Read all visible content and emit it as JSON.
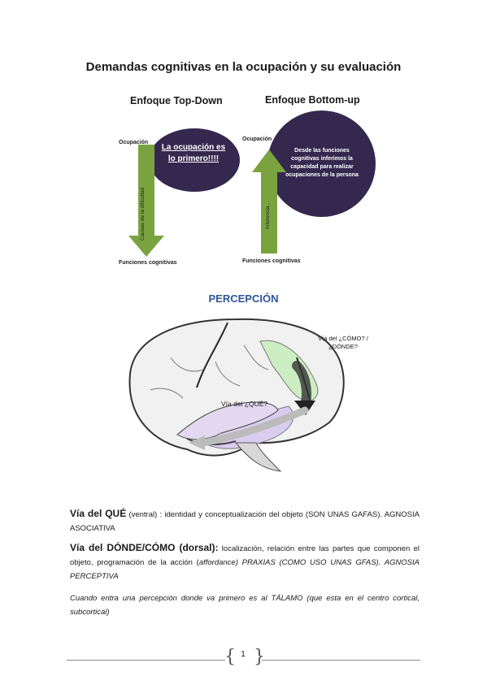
{
  "title": "Demandas cognitivas en la ocupación y su evaluación",
  "diagram": {
    "top_down": {
      "heading": "Enfoque Top-Down",
      "top_label": "Ocupación",
      "bottom_label": "Funciones cognitivas",
      "arrow_label": "Causas de la dificultad",
      "bubble_text": "La ocupación es lo primero!!!!"
    },
    "bottom_up": {
      "heading": "Enfoque Bottom-up",
      "top_label": "Ocupación",
      "bottom_label": "Funciones cognitivas",
      "arrow_label": "Inferencia…",
      "bubble_text": "Desde las funciones cognitivas inferimos la capacidad para realizar ocupaciones de la persona"
    }
  },
  "section_heading": "PERCEPCIÓN",
  "brain": {
    "label_dorsal": "Vía del ¿CÓMO? /¿DÓNDE?",
    "label_ventral": "Vía del ¿QUÉ?"
  },
  "paragraphs": {
    "p1_title": "Vía del QUÉ",
    "p1_paren": "(ventral)",
    "p1_text": ": identidad y conceptualización del objeto (SON UNAS GAFAS). AGNOSIA ASOCIATIVA",
    "p2_title": "Vía del DÓNDE/CÓMO (dorsal):",
    "p2_text": "localización, relación entre las partes que componen el objeto, programación de la acción (",
    "p2_italic1": "affordance",
    "p2_italic2": ") PRAXIAS (COMO USO UNAS GFAS). AGNOSIA PERCEPTIVA",
    "p3": "Cuando entra una percepción donde va primero es al TÁLAMO (que esta en el centro cortical, subcortical)"
  },
  "footer": {
    "page_number": "1"
  },
  "colors": {
    "bubble": "#35284f",
    "arrow": "#7aa33f",
    "heading_blue": "#2f5597",
    "dorsal_green": "#cdeec3",
    "ventral_purple": "#d9cdef"
  }
}
